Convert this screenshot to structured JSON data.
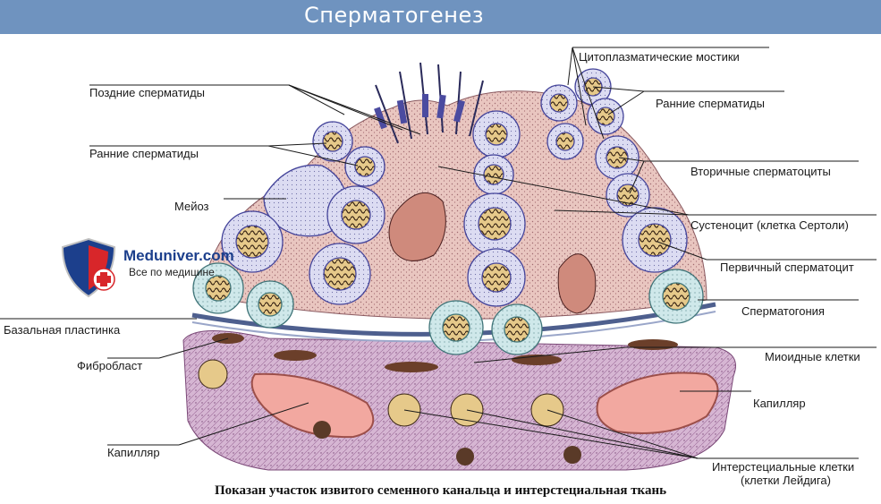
{
  "title": "Сперматогенез",
  "caption": "Показан участок извитого семенного канальца и интерстециальная ткань",
  "logo": {
    "name": "Meduniver.com",
    "tagline": "Все по медицине"
  },
  "labels": {
    "late_spermatids": "Поздние сперматиды",
    "early_spermatids_left": "Ранние сперматиды",
    "meiosis": "Мейоз",
    "basal_lamina": "Базальная пластинка",
    "fibroblast": "Фибробласт",
    "capillary_left": "Капилляр",
    "cytoplasmic_bridges": "Цитоплазматические мостики",
    "early_spermatids_right": "Ранние сперматиды",
    "secondary_spermatocytes": "Вторичные сперматоциты",
    "sertoli": "Сустеноцит (клетка Сертоли)",
    "primary_spermatocyte": "Первичный сперматоцит",
    "spermatogonia": "Сперматогония",
    "myoid_cells": "Миоидные клетки",
    "capillary_right": "Капилляр",
    "interstitial_line1": "Интерстециальные клетки",
    "interstitial_line2": "(клетки Лейдига)"
  },
  "colors": {
    "title_bar": "#6f93bf",
    "sertoli": "#e8c3bd",
    "spermatocyte": "#dcdcf2",
    "spermatogonia": "#cfe8ea",
    "nucleus": "#e6c98a",
    "capillary": "#f2a8a0",
    "interstitial": "#c79fc0"
  }
}
